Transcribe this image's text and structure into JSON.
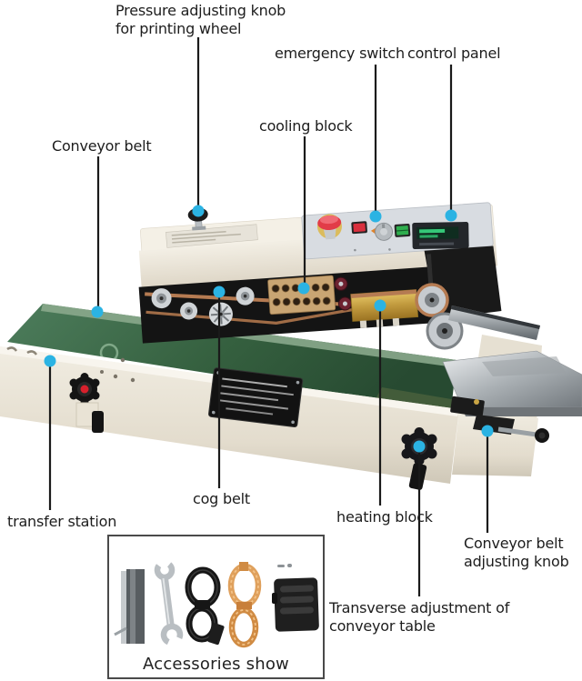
{
  "diagram": {
    "subject": "continuous band sealer machine, annotated parts diagram"
  },
  "callouts": [
    {
      "id": "pressure-adjusting-knob",
      "label": "Pressure adjusting knob\nfor printing wheel"
    },
    {
      "id": "emergency-switch",
      "label": "emergency switch"
    },
    {
      "id": "control-panel",
      "label": "control panel"
    },
    {
      "id": "cooling-block",
      "label": "cooling block"
    },
    {
      "id": "conveyor-belt",
      "label": "Conveyor belt"
    },
    {
      "id": "cog-belt",
      "label": "cog belt"
    },
    {
      "id": "heating-block",
      "label": "heating block"
    },
    {
      "id": "transfer-station",
      "label": "transfer station"
    },
    {
      "id": "conveyor-belt-adjusting-knob",
      "label": "Conveyor belt\nadjusting knob"
    },
    {
      "id": "transverse-adjustment",
      "label": "Transverse adjustment of\nconveyor table"
    }
  ],
  "accessories_panel": {
    "caption": "Accessories show",
    "items": [
      "mounting-bracket",
      "spanner-wrench",
      "power-cord",
      "sealing-belt-coil",
      "foot-switch"
    ]
  },
  "colors": {
    "callout_dot": "#2bb3e3",
    "callout_line": "#1a1a1a",
    "machine_body": "#ece7db",
    "control_panel": "#d8dce1",
    "conveyor_green": "#3f6e51",
    "heating_gold": "#c19a3e",
    "cooling_brass": "#c9a573",
    "emergency_red": "#e23c48",
    "table_steel": "#9fa4a8"
  }
}
